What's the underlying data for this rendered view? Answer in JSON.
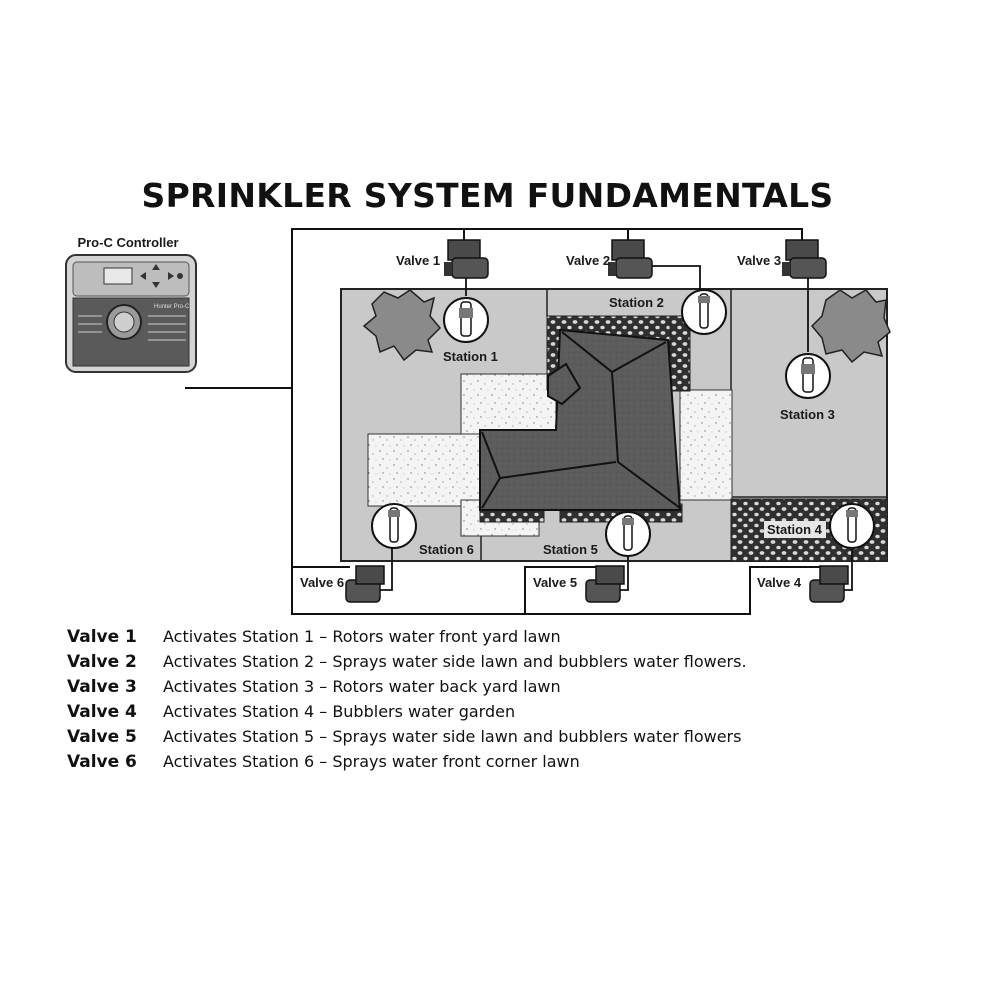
{
  "title": "SPRINKLER SYSTEM FUNDAMENTALS",
  "controller": {
    "label": "Pro-C Controller",
    "brand": "Hunter Pro-C"
  },
  "valves": [
    {
      "id": "valve-1",
      "label": "Valve 1"
    },
    {
      "id": "valve-2",
      "label": "Valve 2"
    },
    {
      "id": "valve-3",
      "label": "Valve 3"
    },
    {
      "id": "valve-4",
      "label": "Valve 4"
    },
    {
      "id": "valve-5",
      "label": "Valve 5"
    },
    {
      "id": "valve-6",
      "label": "Valve 6"
    }
  ],
  "stations": [
    {
      "id": "station-1",
      "label": "Station 1"
    },
    {
      "id": "station-2",
      "label": "Station 2"
    },
    {
      "id": "station-3",
      "label": "Station 3"
    },
    {
      "id": "station-4",
      "label": "Station 4"
    },
    {
      "id": "station-5",
      "label": "Station 5"
    },
    {
      "id": "station-6",
      "label": "Station 6"
    }
  ],
  "legend": [
    {
      "valve": "Valve 1",
      "description": "Activates Station 1 – Rotors water front yard lawn"
    },
    {
      "valve": "Valve 2",
      "description": "Activates Station 2 – Sprays water side lawn and bubblers water flowers."
    },
    {
      "valve": "Valve 3",
      "description": "Activates Station 3 – Rotors water back yard lawn"
    },
    {
      "valve": "Valve 4",
      "description": "Activates Station 4 – Bubblers water garden"
    },
    {
      "valve": "Valve 5",
      "description": "Activates Station 5 – Sprays water side lawn and bubblers water flowers"
    },
    {
      "valve": "Valve 6",
      "description": "Activates Station 6 – Sprays water front corner lawn"
    }
  ],
  "colors": {
    "lawn": "#c9c9c9",
    "roof": "#5a5a5a",
    "path": "#f2f2f2",
    "garden": "#333333",
    "valve": "#4a4a4a"
  }
}
